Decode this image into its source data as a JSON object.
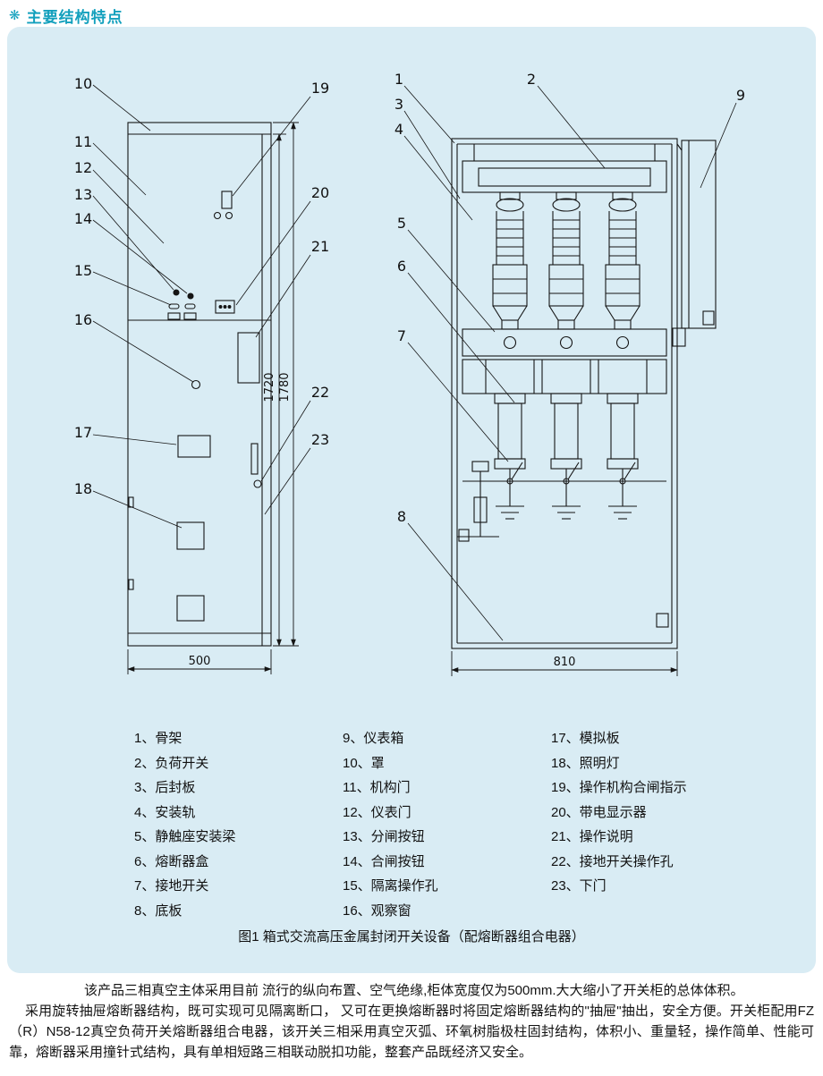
{
  "header": {
    "icon": "❋",
    "title": "主要结构特点",
    "accent_color": "#13a0bd"
  },
  "figure": {
    "panel_bg": "#d9ecf4",
    "caption": "图1 箱式交流高压金属封闭开关设备（配熔断器组合电器）",
    "left_view": {
      "callouts_left": [
        "10",
        "11",
        "12",
        "13",
        "14",
        "15",
        "16",
        "17",
        "18"
      ],
      "callouts_right": [
        "19",
        "20",
        "21",
        "22",
        "23"
      ],
      "dim_width": "500",
      "dim_height_inner": "1720",
      "dim_height_outer": "1780"
    },
    "right_view": {
      "callouts": [
        "1",
        "2",
        "3",
        "4",
        "5",
        "6",
        "7",
        "8",
        "9"
      ],
      "dim_width": "810"
    },
    "legend": {
      "col1": [
        "1、骨架",
        "2、负荷开关",
        "3、后封板",
        "4、安装轨",
        "5、静触座安装梁",
        "6、熔断器盒",
        "7、接地开关",
        "8、底板"
      ],
      "col2": [
        "9、仪表箱",
        "10、罩",
        "11、机构门",
        "12、仪表门",
        "13、分闸按钮",
        "14、合闸按钮",
        "15、隔离操作孔",
        "16、观察窗"
      ],
      "col3": [
        "17、模拟板",
        "18、照明灯",
        "19、操作机构合闸指示",
        "20、带电显示器",
        "21、操作说明",
        "22、接地开关操作孔",
        "23、下门"
      ]
    }
  },
  "body": {
    "p1": "该产品三相真空主体采用目前 流行的纵向布置、空气绝缘,柜体宽度仅为500mm.大大缩小了开关柜的总体体积。",
    "p2": "采用旋转抽屉熔断器结构，既可实现可见隔离断口， 又可在更换熔断器时将固定熔断器结构的\"抽屉\"抽出，安全方便。开关柜配用FZ（R）N58-12真空负荷开关熔断器组合电器，该开关三相采用真空灭弧、环氧树脂极柱固封结构，体积小、重量轻，操作简单、性能可靠，熔断器采用撞针式结构，具有单相短路三相联动脱扣功能，整套产品既经济又安全。"
  }
}
